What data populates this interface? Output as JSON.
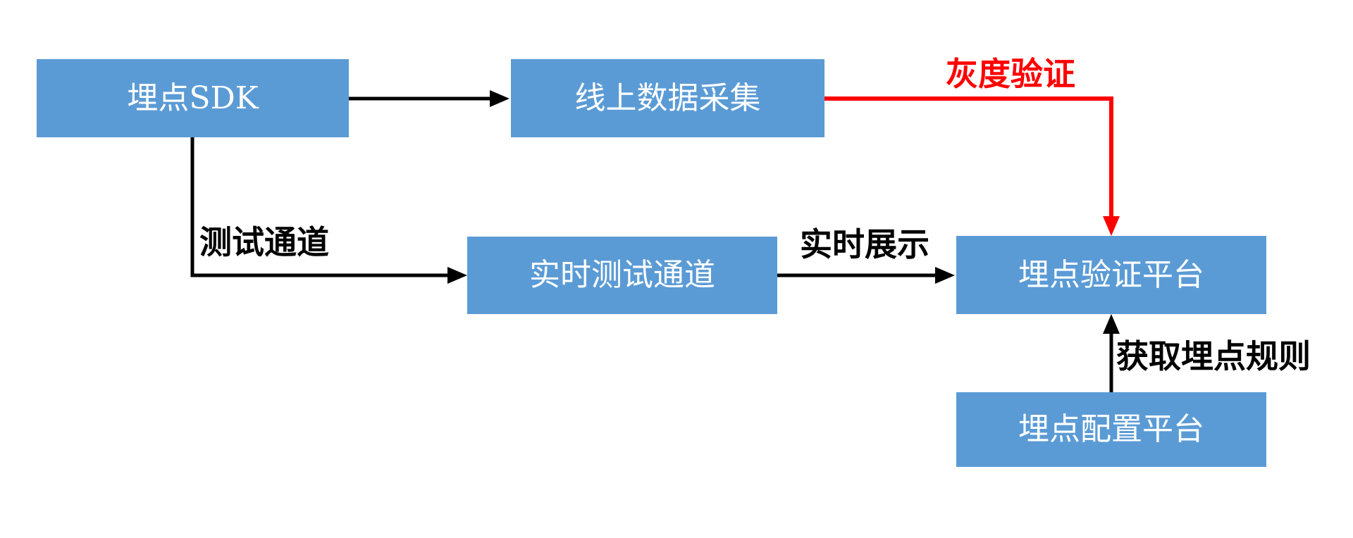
{
  "diagram": {
    "colors": {
      "background": "#ffffff",
      "node_fill": "#5B9BD5",
      "node_text": "#ffffff",
      "edge": "#000000",
      "highlight_edge": "#ff0000"
    },
    "nodes": [
      {
        "id": "tracking-sdk",
        "label": "埋点SDK"
      },
      {
        "id": "online-data-collection",
        "label": "线上数据采集"
      },
      {
        "id": "realtime-test-channel",
        "label": "实时测试通道"
      },
      {
        "id": "tracking-verification-platform",
        "label": "埋点验证平台"
      },
      {
        "id": "tracking-config-platform",
        "label": "埋点配置平台"
      }
    ],
    "edges": [
      {
        "id": "sdk-to-online-collection",
        "from": "埋点SDK",
        "to": "线上数据采集",
        "label": "",
        "color": "#000000"
      },
      {
        "id": "online-collection-to-verification",
        "from": "线上数据采集",
        "to": "埋点验证平台",
        "label": "灰度验证",
        "color": "#ff0000"
      },
      {
        "id": "sdk-to-realtime-test",
        "from": "埋点SDK",
        "to": "实时测试通道",
        "label": "测试通道",
        "color": "#000000"
      },
      {
        "id": "realtime-test-to-verification",
        "from": "实时测试通道",
        "to": "埋点验证平台",
        "label": "实时展示",
        "color": "#000000"
      },
      {
        "id": "config-to-verification",
        "from": "埋点配置平台",
        "to": "埋点验证平台",
        "label": "获取埋点规则",
        "color": "#000000"
      }
    ]
  }
}
